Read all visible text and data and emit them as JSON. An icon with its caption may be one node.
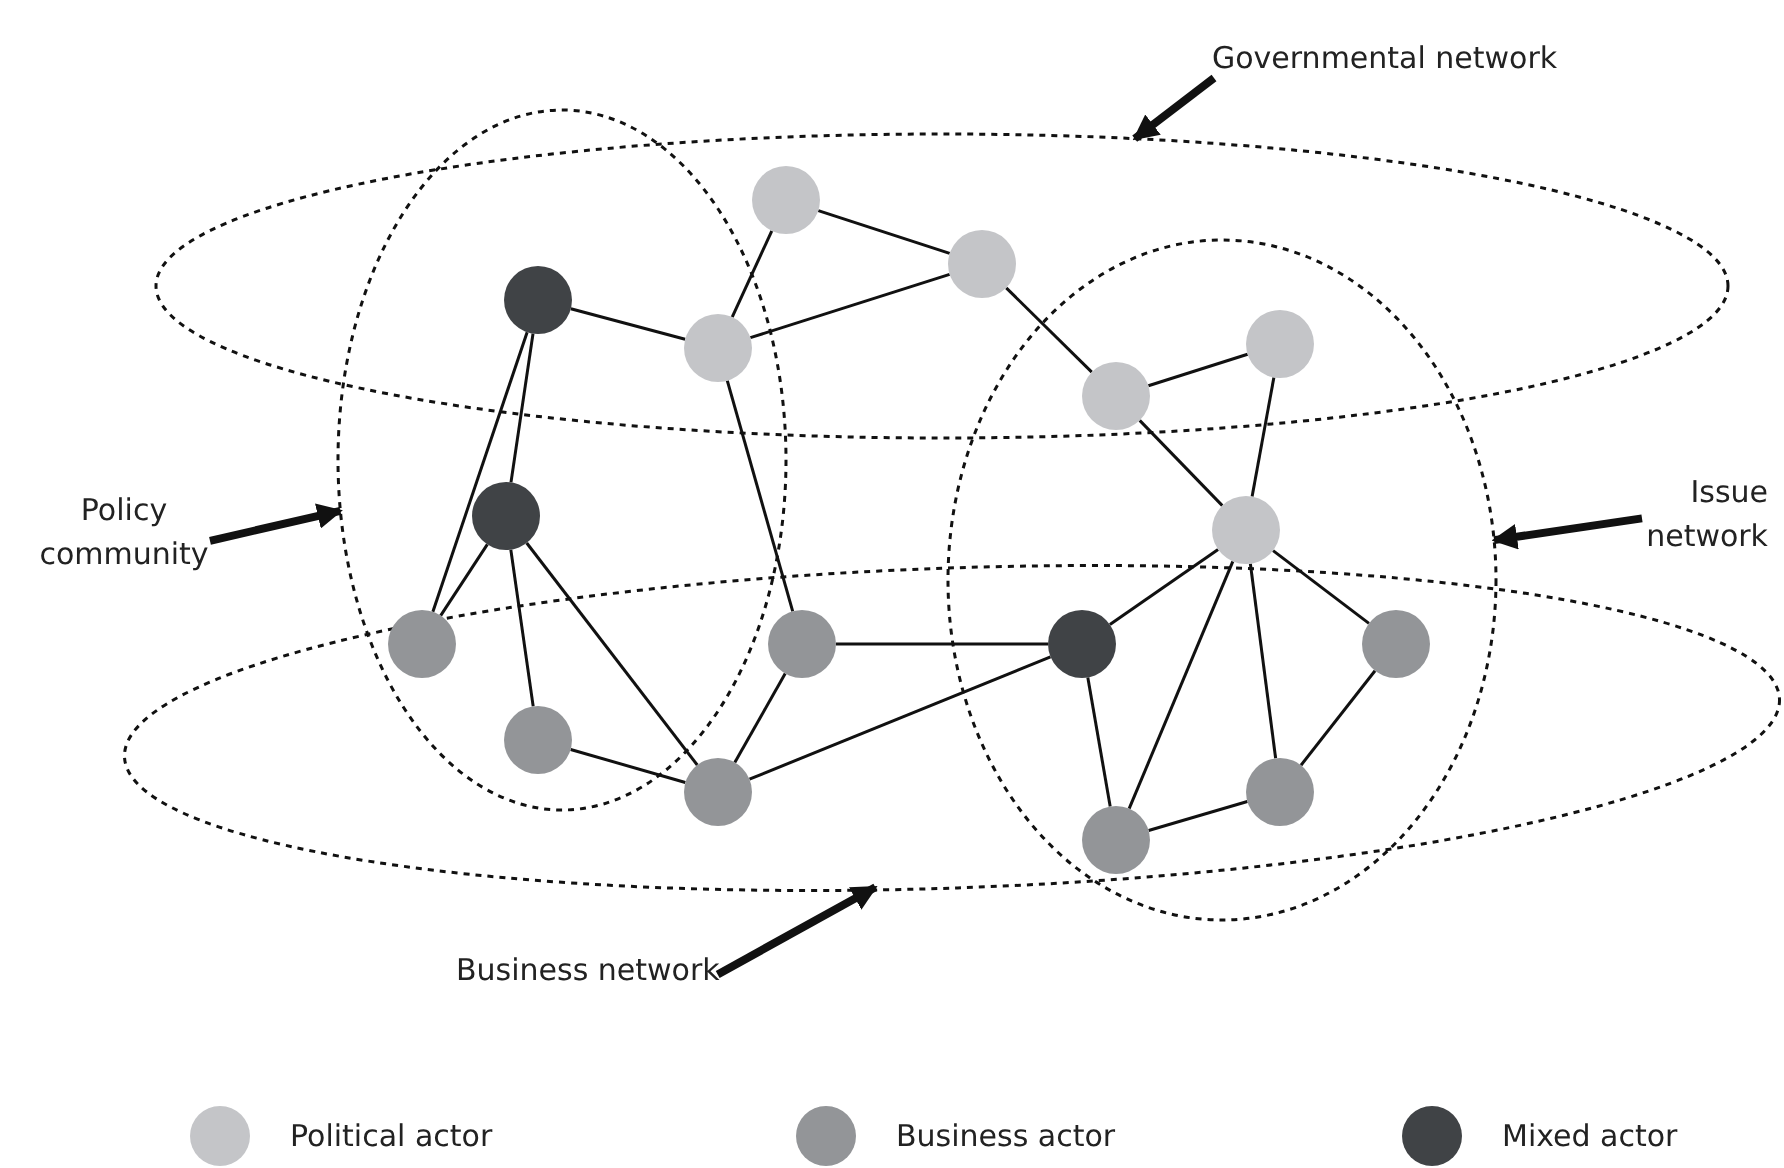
{
  "diagram": {
    "nodes": [
      {
        "text": [
          "Governmental network"
        ]
      },
      {
        "text": [
          "Policy community"
        ]
      },
      {
        "text": [
          "Issue network"
        ]
      },
      {
        "text": [
          "Business network"
        ]
      },
      {
        "text": [],
        "shape": "circle"
      },
      {
        "text": [],
        "shape": "circle"
      },
      {
        "text": [],
        "shape": "circle"
      },
      {
        "text": [],
        "shape": "circle"
      },
      {
        "text": [],
        "shape": "circle"
      },
      {
        "text": [],
        "shape": "circle"
      },
      {
        "text": [],
        "shape": "circle"
      },
      {
        "text": [],
        "shape": "circle"
      },
      {
        "text": [],
        "shape": "circle"
      },
      {
        "text": [],
        "shape": "circle"
      },
      {
        "text": [],
        "shape": "circle"
      },
      {
        "text": [],
        "shape": "circle"
      },
      {
        "text": [],
        "shape": "circle"
      },
      {
        "text": [],
        "shape": "circle"
      },
      {
        "text": [],
        "shape": "circle"
      },
      {
        "text": [],
        "shape": "circle"
      }
    ],
    "edges": [
      {
        "from": 0,
        "to": null,
        "arrow": "to",
        "style": "thick"
      },
      {
        "from": 1,
        "to": null,
        "arrow": "to",
        "style": "thick"
      },
      {
        "from": 2,
        "to": null,
        "arrow": "to",
        "style": "thick"
      },
      {
        "from": 3,
        "to": null,
        "arrow": "to",
        "style": "thick"
      },
      {
        "from": 4,
        "to": 6,
        "arrow": "none"
      },
      {
        "from": 4,
        "to": 5,
        "arrow": "none"
      },
      {
        "from": 6,
        "to": 5,
        "arrow": "none"
      },
      {
        "from": 5,
        "to": 7,
        "arrow": "none"
      },
      {
        "from": 7,
        "to": 8,
        "arrow": "none"
      },
      {
        "from": 7,
        "to": 9,
        "arrow": "none"
      },
      {
        "from": 8,
        "to": 9,
        "arrow": "none"
      },
      {
        "from": 10,
        "to": 6,
        "arrow": "none"
      },
      {
        "from": 10,
        "to": 11,
        "arrow": "none"
      },
      {
        "from": 10,
        "to": 13,
        "arrow": "none"
      },
      {
        "from": 11,
        "to": 13,
        "arrow": "none"
      },
      {
        "from": 11,
        "to": 14,
        "arrow": "none"
      },
      {
        "from": 11,
        "to": 15,
        "arrow": "none"
      },
      {
        "from": 14,
        "to": 15,
        "arrow": "none"
      },
      {
        "from": 6,
        "to": 16,
        "arrow": "none"
      },
      {
        "from": 16,
        "to": 15,
        "arrow": "none"
      },
      {
        "from": 16,
        "to": 12,
        "arrow": "none"
      },
      {
        "from": 15,
        "to": 12,
        "arrow": "none"
      },
      {
        "from": 9,
        "to": 12,
        "arrow": "none"
      },
      {
        "from": 12,
        "to": 19,
        "arrow": "none"
      },
      {
        "from": 9,
        "to": 19,
        "arrow": "none"
      },
      {
        "from": 9,
        "to": 18,
        "arrow": "none"
      },
      {
        "from": 9,
        "to": 17,
        "arrow": "none"
      },
      {
        "from": 19,
        "to": 18,
        "arrow": "none"
      },
      {
        "from": 18,
        "to": 17,
        "arrow": "none"
      }
    ],
    "legend": [
      {
        "text": "Political actor",
        "color": "#c4c5c8"
      },
      {
        "text": "Business actor",
        "color": "#939598"
      },
      {
        "text": "Mixed actor",
        "color": "#404346"
      }
    ]
  }
}
